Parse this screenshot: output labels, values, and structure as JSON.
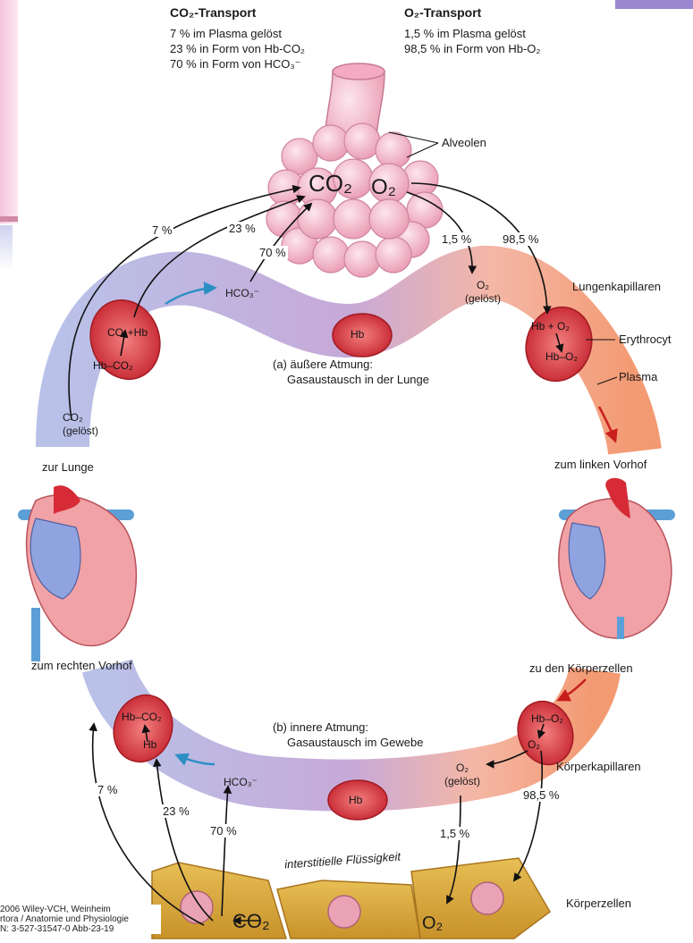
{
  "co2_transport": {
    "title": "CO₂-Transport",
    "lines": [
      "7 % im Plasma gelöst",
      "23 % in Form von Hb-CO₂",
      "70 % in Form von HCO₃⁻"
    ]
  },
  "o2_transport": {
    "title": "O₂-Transport",
    "lines": [
      "1,5 % im Plasma gelöst",
      "98,5 % in Form von Hb-O₂"
    ]
  },
  "labels": {
    "alveolen": "Alveolen",
    "co2": "CO₂",
    "o2": "O₂",
    "lungenkapillaren": "Lungenkapillaren",
    "erythrocyt": "Erythrocyt",
    "plasma": "Plasma",
    "zur_lunge": "zur Lunge",
    "zum_linken_vorhof": "zum linken Vorhof",
    "zum_rechten_vorhof": "zum rechten Vorhof",
    "zu_den_koerperzellen": "zu den Körperzellen",
    "koerperkapillaren": "Körperkapillaren",
    "koerperzellen": "Körperzellen",
    "interstitielle": "interstitielle Flüssigkeit",
    "co2_geloest": [
      "CO₂",
      "(gelöst)"
    ],
    "o2_geloest": [
      "O₂",
      "(gelöst)"
    ],
    "hco3": "HCO₃⁻",
    "hb": "Hb"
  },
  "section_a": {
    "line1": "(a) äußere Atmung:",
    "line2": "Gasaustausch in der Lunge"
  },
  "section_b": {
    "line1": "(b) innere Atmung:",
    "line2": "Gasaustausch im Gewebe"
  },
  "upper_cells": {
    "left": [
      "CO₂+Hb",
      "Hb–CO₂"
    ],
    "right": [
      "Hb + O₂",
      "Hb–O₂"
    ]
  },
  "lower_cells": {
    "left": [
      "Hb–CO₂",
      "Hb"
    ],
    "right": [
      "Hb–O₂",
      "O₂"
    ]
  },
  "percent": {
    "p7": "7 %",
    "p23": "23 %",
    "p70": "70 %",
    "p1_5": "1,5 %",
    "p98_5": "98,5 %"
  },
  "copyright": [
    "2006 Wiley-VCH, Weinheim",
    "rtora / Anatomie und Physiologie",
    "N: 3-527-31547-0   Abb-23-19"
  ],
  "colors": {
    "blue_vessel": "#b7bfe6",
    "red_vessel": "#f2a07c",
    "erythrocyte": "#d9323a",
    "alveoli": "#f6bfd0",
    "cells": "#d9ab3c",
    "blue_arrow": "#2b8fc4",
    "red_arrow": "#c81e1e"
  }
}
